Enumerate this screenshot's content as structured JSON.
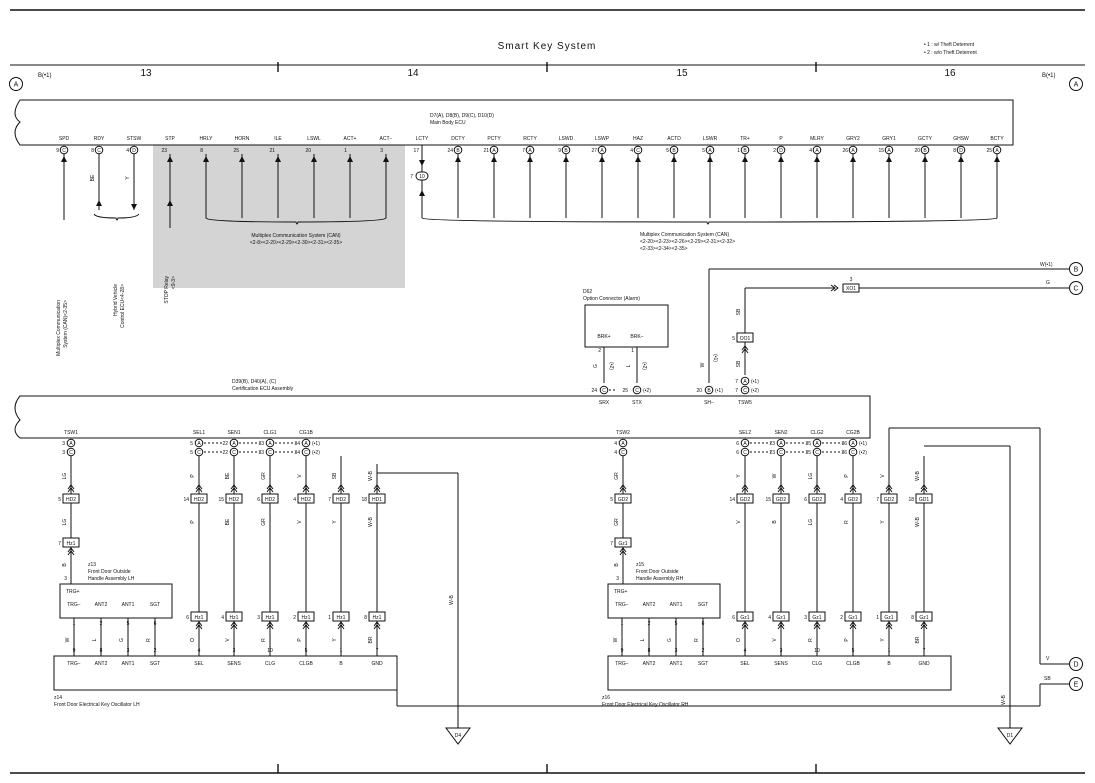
{
  "title": "Smart Key System",
  "notes": [
    "• 1 : w/ Theft Deterrent",
    "• 2 : w/o Theft Deterrent"
  ],
  "columns": [
    "13",
    "14",
    "15",
    "16"
  ],
  "top_left_label": "B(•1)",
  "top_right_label": "B(•1)",
  "edge_markers": {
    "left": "A",
    "right": "A",
    "W": {
      "letter": "B",
      "label": "W(•1)"
    },
    "G": {
      "letter": "C",
      "label": "G"
    },
    "V": {
      "letter": "D",
      "label": "V"
    },
    "SB": {
      "letter": "E",
      "label": "SB"
    }
  },
  "main_ecu": {
    "title": "D7(A), D8(B), D9(C), D10(D)",
    "subtitle": "Main Body ECU",
    "pins": [
      {
        "name": "SPD",
        "num": "9",
        "conn": "C"
      },
      {
        "name": "RDY",
        "num": "8",
        "conn": "C"
      },
      {
        "name": "STSW",
        "num": "4",
        "conn": "D"
      },
      {
        "name": "STP",
        "num": "23",
        "conn": ""
      },
      {
        "name": "HRLY",
        "num": "8",
        "conn": ""
      },
      {
        "name": "HORN",
        "num": "25",
        "conn": ""
      },
      {
        "name": "ILE",
        "num": "21",
        "conn": ""
      },
      {
        "name": "LSWL",
        "num": "20",
        "conn": ""
      },
      {
        "name": "ACT+",
        "num": "1",
        "conn": ""
      },
      {
        "name": "ACT−",
        "num": "3",
        "conn": ""
      },
      {
        "name": "LCTY",
        "num": "17",
        "conn": ""
      },
      {
        "name": "DCTY",
        "num": "24",
        "conn": "B"
      },
      {
        "name": "PCTY",
        "num": "21",
        "conn": "A"
      },
      {
        "name": "RCTY",
        "num": "7",
        "conn": "A"
      },
      {
        "name": "LSWD",
        "num": "9",
        "conn": "B"
      },
      {
        "name": "LSWP",
        "num": "27",
        "conn": "A"
      },
      {
        "name": "HAZ",
        "num": "4",
        "conn": "C"
      },
      {
        "name": "ACTD",
        "num": "5",
        "conn": "B"
      },
      {
        "name": "LSWR",
        "num": "5",
        "conn": "A"
      },
      {
        "name": "TR+",
        "num": "1",
        "conn": "B"
      },
      {
        "name": "P",
        "num": "2",
        "conn": "D"
      },
      {
        "name": "MLRY",
        "num": "4",
        "conn": "A"
      },
      {
        "name": "GRY2",
        "num": "26",
        "conn": "A"
      },
      {
        "name": "GRY1",
        "num": "15",
        "conn": "A"
      },
      {
        "name": "GCTY",
        "num": "20",
        "conn": "B"
      },
      {
        "name": "GHSW",
        "num": "8",
        "conn": "D"
      },
      {
        "name": "BCTY",
        "num": "25",
        "conn": "A"
      }
    ],
    "lcty_pin": {
      "num": "7",
      "conn": "10"
    }
  },
  "wire_colors_top": {
    "rdy": "BE",
    "stsw": "Y"
  },
  "refs": {
    "spd": [
      "Multiplex Communication",
      "System (CAN)<2-35>"
    ],
    "hv": [
      "Hybrid Vehicle",
      "Control ECU<4-28>"
    ],
    "stop": [
      "STOP Relay",
      "<9-3>"
    ],
    "can_left": [
      "Multiplex Communication System (CAN)",
      "<2-8><2-20><2-29><2-30><2-31><2-35>"
    ],
    "can_right": [
      "Multiplex Communication System (CAN)",
      "<2-20><2-23><2-26><2-29><2-31><2-32>",
      "<2-33><2-34><2-35>"
    ]
  },
  "option_connector": {
    "title": "D62",
    "subtitle": "Option Connector (Alarm)",
    "pin_left": {
      "name": "BRK+",
      "num": "2",
      "color": "G",
      "note": "(•2)"
    },
    "pin_right": {
      "name": "BRK−",
      "num": "1",
      "color": "L",
      "note": "(•2)"
    }
  },
  "xo1": {
    "num": "3",
    "label": "XO1"
  },
  "oo1": {
    "num": "5",
    "label": "OO1",
    "color": "SB"
  },
  "cert_ecu": {
    "title": "D39(B), D40(A), (C)",
    "subtitle": "Certification ECU Assembly",
    "mid_pins": [
      {
        "name": "SRX",
        "num": "24",
        "conn": "C"
      },
      {
        "name": "STX",
        "num": "25",
        "conn": "C",
        "note": "(•2)"
      },
      {
        "name": "SH−",
        "num": "20",
        "conn": "B",
        "note": "(•1)",
        "color": "W",
        "cnote": "(•1)"
      },
      {
        "name": "TSW5",
        "num1": "7",
        "conn1": "A",
        "note1": "(•1)",
        "num2": "7",
        "conn2": "C",
        "note2": "(•2)"
      }
    ],
    "left_pins": [
      {
        "name": "TSW1",
        "num1": "3",
        "conn1": "A",
        "num2": "3",
        "conn2": "C"
      },
      {
        "name": "SEL1",
        "num1": "5",
        "conn1": "A",
        "num2": "5",
        "conn2": "C"
      },
      {
        "name": "SEN1",
        "num1": "22",
        "conn1": "A",
        "num2": "22",
        "conn2": "C"
      },
      {
        "name": "CLG1",
        "num1": "33",
        "conn1": "A",
        "num2": "33",
        "conn2": "C"
      },
      {
        "name": "CG1B",
        "num1": "34",
        "conn1": "A",
        "num2": "34",
        "conn2": "C"
      }
    ],
    "right_pins": [
      {
        "name": "TSW2",
        "num1": "4",
        "conn1": "A",
        "num2": "4",
        "conn2": "C"
      },
      {
        "name": "SEL2",
        "num1": "6",
        "conn1": "A",
        "num2": "6",
        "conn2": "C"
      },
      {
        "name": "SEN2",
        "num1": "23",
        "conn1": "A",
        "num2": "23",
        "conn2": "C"
      },
      {
        "name": "CLG2",
        "num1": "35",
        "conn1": "A",
        "num2": "35",
        "conn2": "C"
      },
      {
        "name": "CG2B",
        "num1": "36",
        "conn1": "A",
        "num2": "36",
        "conn2": "C"
      }
    ],
    "notes": [
      "(•1)",
      "(•2)"
    ]
  },
  "lh": {
    "upper_wires": [
      "LG",
      "P",
      "BE",
      "GR",
      "V",
      "SB",
      "W-B"
    ],
    "connectors": [
      {
        "num": "5",
        "label": "HD2"
      },
      {
        "num": "14",
        "label": "HD2"
      },
      {
        "num": "15",
        "label": "HD2"
      },
      {
        "num": "6",
        "label": "HD2"
      },
      {
        "num": "4",
        "label": "HD2"
      },
      {
        "num": "7",
        "label": "HD2"
      },
      {
        "num": "18",
        "label": "HD1"
      }
    ],
    "mid_wires": [
      "LG",
      "P",
      "BE",
      "GR",
      "V",
      "Y",
      "W-B"
    ],
    "h21_top": {
      "num": "7",
      "label": "Hz1"
    },
    "b_wire": "B",
    "handle": {
      "code": "z13",
      "name1": "Front Door Outside",
      "name2": "Handle Assembly LH",
      "pin_top": "3",
      "pins": [
        "TRG+",
        "TRG−",
        "ANT2",
        "ANT1",
        "SGT"
      ],
      "pin_nums": [
        "1",
        "2",
        "5",
        "6"
      ]
    },
    "h21_row": [
      {
        "num": "6",
        "label": "Hz1"
      },
      {
        "num": "4",
        "label": "Hz1"
      },
      {
        "num": "3",
        "label": "Hz1"
      },
      {
        "num": "2",
        "label": "Hz1"
      },
      {
        "num": "1",
        "label": "Hz1"
      },
      {
        "num": "8",
        "label": "Hz1"
      }
    ],
    "lower_wires": [
      "W",
      "L",
      "G",
      "R",
      "O",
      "V",
      "R",
      "P",
      "Y",
      "BR"
    ],
    "osc": {
      "code": "z14",
      "name": "Front Door Electrical Key Oscillator LH",
      "pin_nums": [
        "9",
        "8",
        "3",
        "2",
        "4",
        "3",
        "10",
        "5",
        "1",
        "7"
      ],
      "pins": [
        "TRG−",
        "ANT2",
        "ANT1",
        "SGT",
        "SEL",
        "SENS",
        "CLG",
        "CLGB",
        "B",
        "GND"
      ]
    },
    "ground": "D4",
    "wb": "W-B"
  },
  "rh": {
    "upper_wires": [
      "GR",
      "Y",
      "W",
      "LG",
      "P",
      "V",
      "W-B"
    ],
    "connectors": [
      {
        "num": "5",
        "label": "GD2"
      },
      {
        "num": "14",
        "label": "GD2"
      },
      {
        "num": "15",
        "label": "GD2"
      },
      {
        "num": "6",
        "label": "GD2"
      },
      {
        "num": "4",
        "label": "GD2"
      },
      {
        "num": "7",
        "label": "GD2"
      },
      {
        "num": "18",
        "label": "GD1"
      }
    ],
    "mid_wires": [
      "GR",
      "V",
      "B",
      "LG",
      "R",
      "Y",
      "W-B"
    ],
    "h21_top": {
      "num": "7",
      "label": "Gz1"
    },
    "b_wire": "B",
    "handle": {
      "code": "z15",
      "name1": "Front Door Outside",
      "name2": "Handle Assembly RH",
      "pin_top": "3",
      "pins": [
        "TRG+",
        "TRG−",
        "ANT2",
        "ANT1",
        "SGT"
      ],
      "pin_nums": [
        "1",
        "2",
        "5",
        "6"
      ]
    },
    "h21_row": [
      {
        "num": "6",
        "label": "Gz1"
      },
      {
        "num": "4",
        "label": "Gz1"
      },
      {
        "num": "3",
        "label": "Gz1"
      },
      {
        "num": "2",
        "label": "Gz1"
      },
      {
        "num": "1",
        "label": "Gz1"
      },
      {
        "num": "8",
        "label": "Gz1"
      }
    ],
    "lower_wires": [
      "W",
      "L",
      "G",
      "R",
      "O",
      "V",
      "R",
      "P",
      "Y",
      "BR"
    ],
    "osc": {
      "code": "z16",
      "name": "Front Door Electrical Key Oscillator RH",
      "pin_nums": [
        "9",
        "8",
        "3",
        "2",
        "4",
        "3",
        "10",
        "5",
        "1",
        "7"
      ],
      "pins": [
        "TRG−",
        "ANT2",
        "ANT1",
        "SGT",
        "SEL",
        "SENS",
        "CLG",
        "CLGB",
        "B",
        "GND"
      ]
    },
    "ground": "D1",
    "wb": "W-B"
  }
}
